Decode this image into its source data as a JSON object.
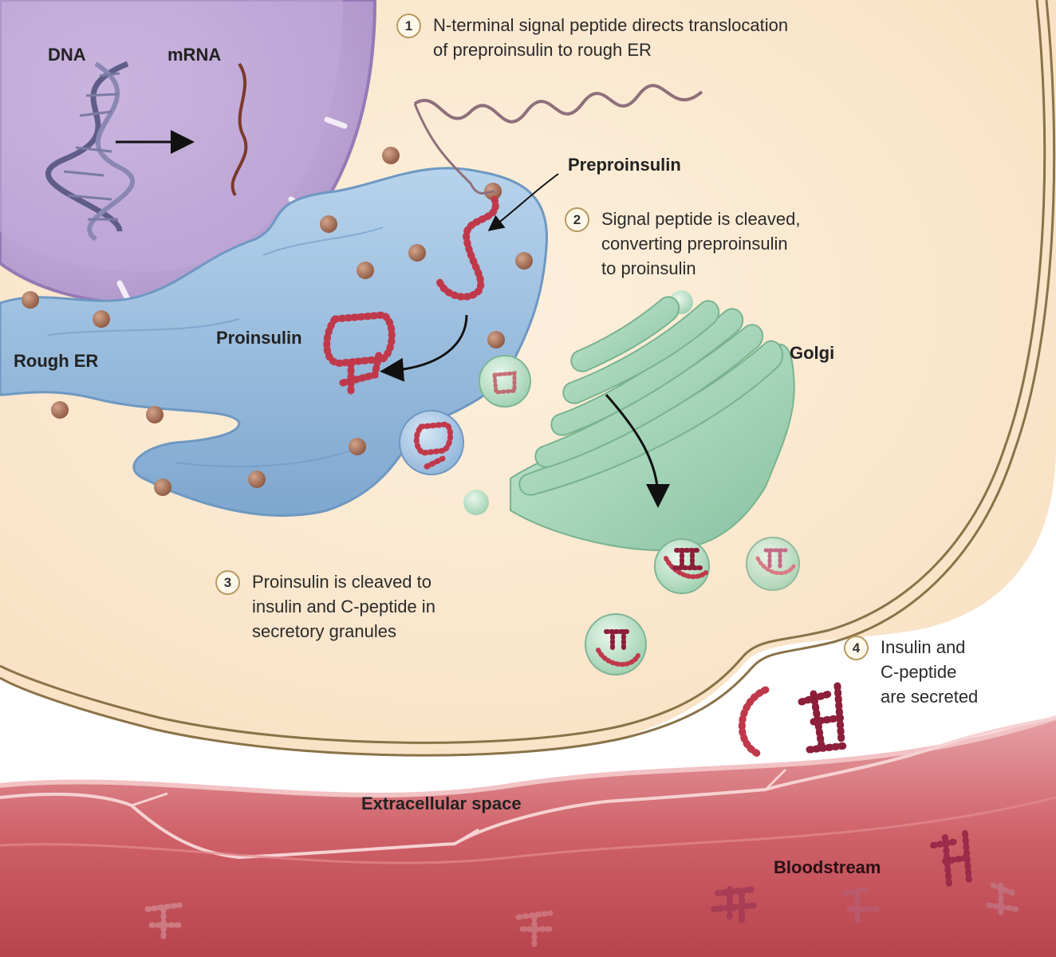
{
  "labels": {
    "dna": "DNA",
    "mrna": "mRNA",
    "preproinsulin": "Preproinsulin",
    "proinsulin": "Proinsulin",
    "rough_er": "Rough ER",
    "golgi": "Golgi",
    "extracellular": "Extracellular space",
    "bloodstream": "Bloodstream"
  },
  "steps": [
    {
      "num": "1",
      "lines": [
        "N-terminal signal peptide directs translocation",
        "of preproinsulin to rough ER"
      ]
    },
    {
      "num": "2",
      "lines": [
        "Signal peptide is cleaved,",
        "converting preproinsulin",
        "to proinsulin"
      ]
    },
    {
      "num": "3",
      "lines": [
        "Proinsulin is cleaved to",
        "insulin and C-peptide in",
        "secretory granules"
      ]
    },
    {
      "num": "4",
      "lines": [
        "Insulin and",
        "C-peptide",
        "are secreted"
      ]
    }
  ],
  "colors": {
    "cytoplasm": "#fbe6cc",
    "nucleus": "#c6b2d9",
    "er": "#9cc0e0",
    "golgi": "#a9d6ba",
    "ribosome": "#a26a52",
    "peptide": "#c0394b",
    "blood": "#c9545e"
  }
}
